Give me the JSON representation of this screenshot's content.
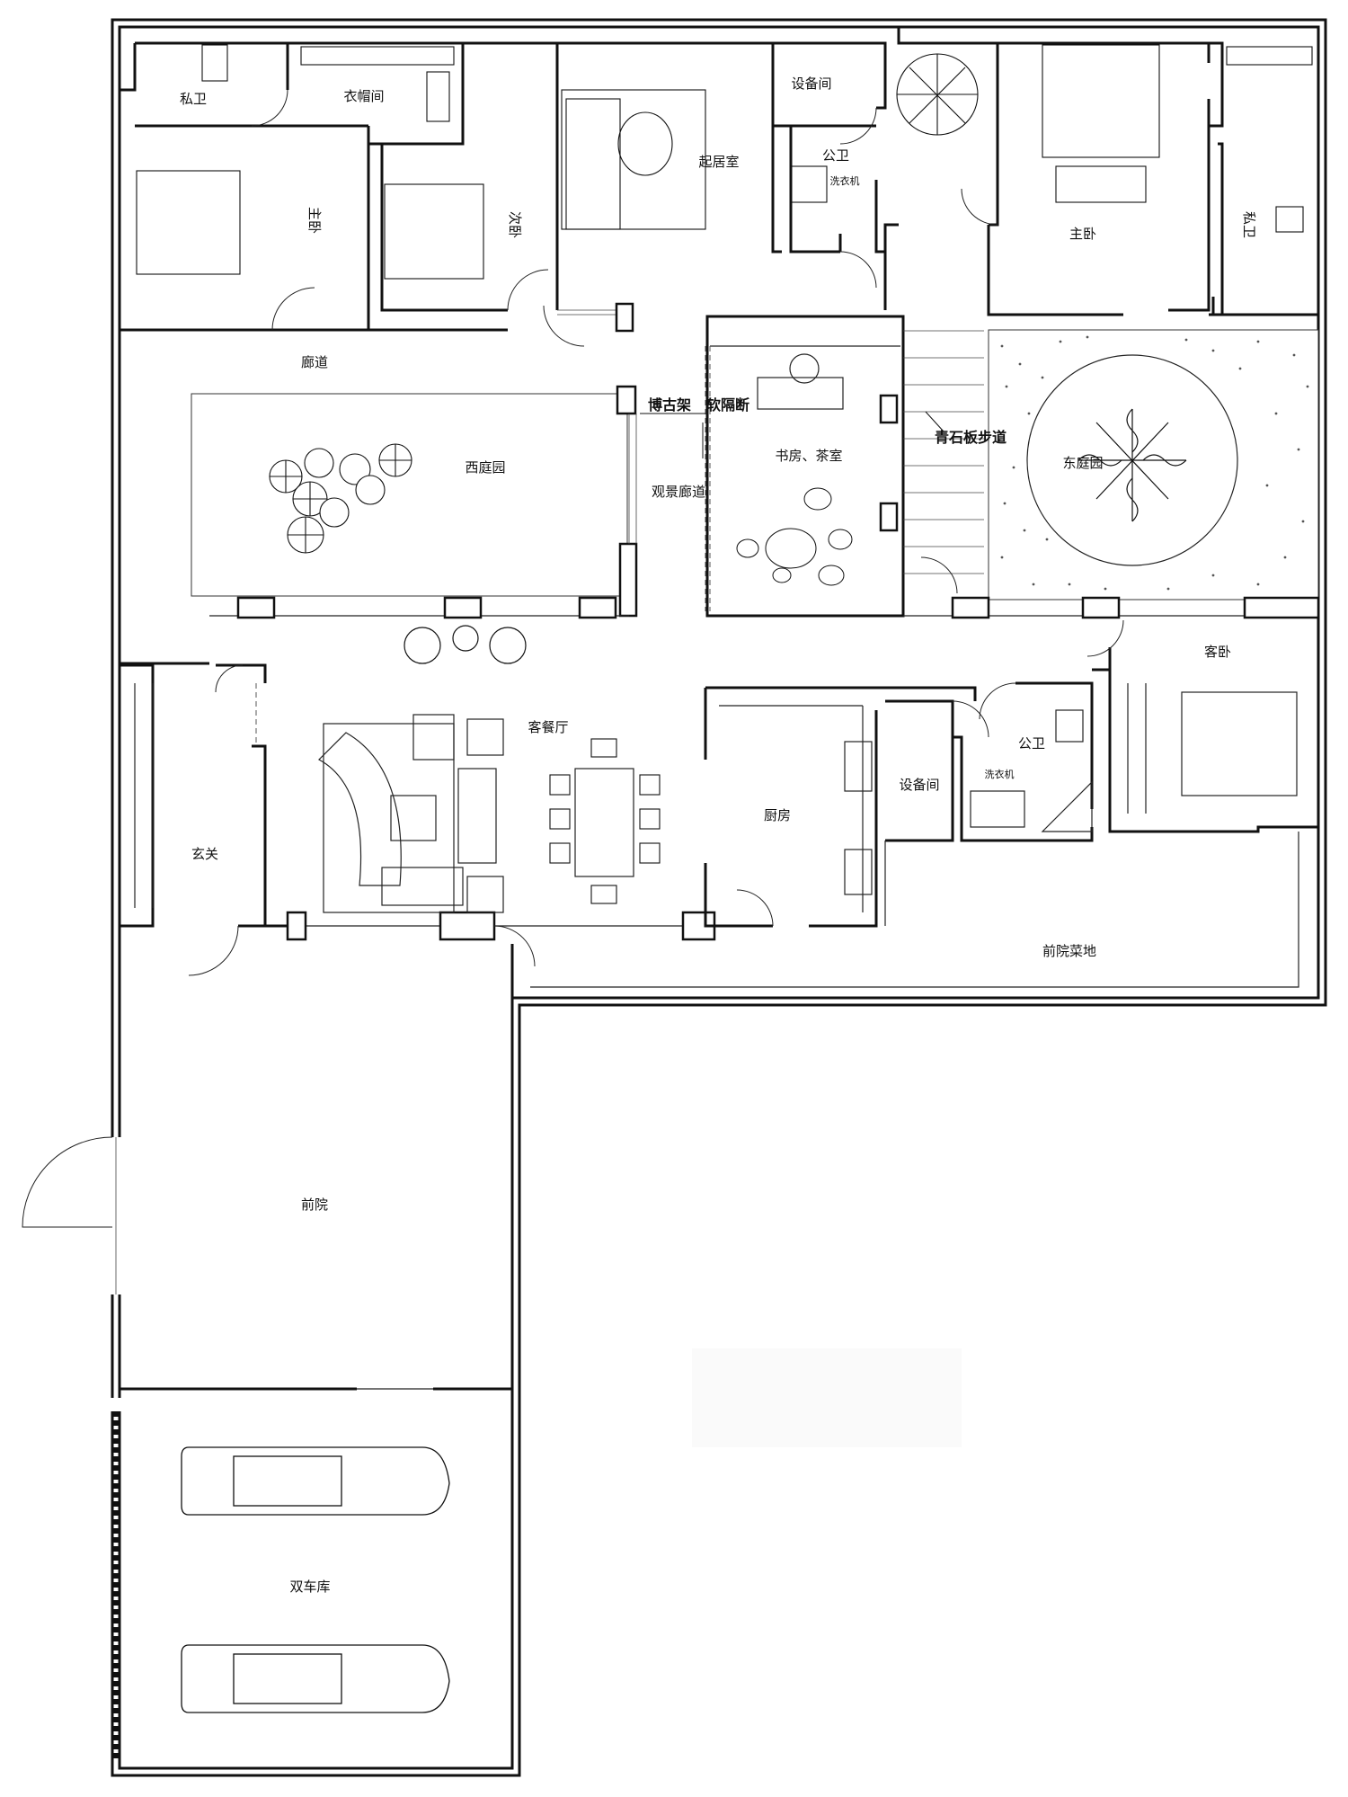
{
  "rooms": {
    "private_bath_w": "私卫",
    "cloakroom": "衣帽间",
    "master_bed_w": "主卧",
    "second_bed": "次卧",
    "living_room": "起居室",
    "equipment_n": "设备间",
    "public_bath_n": "公卫",
    "washer_n": "洗衣机",
    "master_bed_e": "主卧",
    "private_bath_e": "私卫",
    "corridor": "廊道",
    "west_garden": "西庭园",
    "antique_shelf": "博古架",
    "soft_partition": "软隔断",
    "view_corridor": "观景廊道",
    "study_tea": "书房、茶室",
    "flagstone_path": "青石板步道",
    "east_garden": "东庭园",
    "guest_bed": "客卧",
    "living_dining": "客餐厅",
    "kitchen": "厨房",
    "equipment_s": "设备间",
    "public_bath_s": "公卫",
    "washer_s": "洗衣机",
    "foyer": "玄关",
    "front_garden_bed": "前院菜地",
    "front_yard": "前院",
    "garage": "双车库"
  }
}
